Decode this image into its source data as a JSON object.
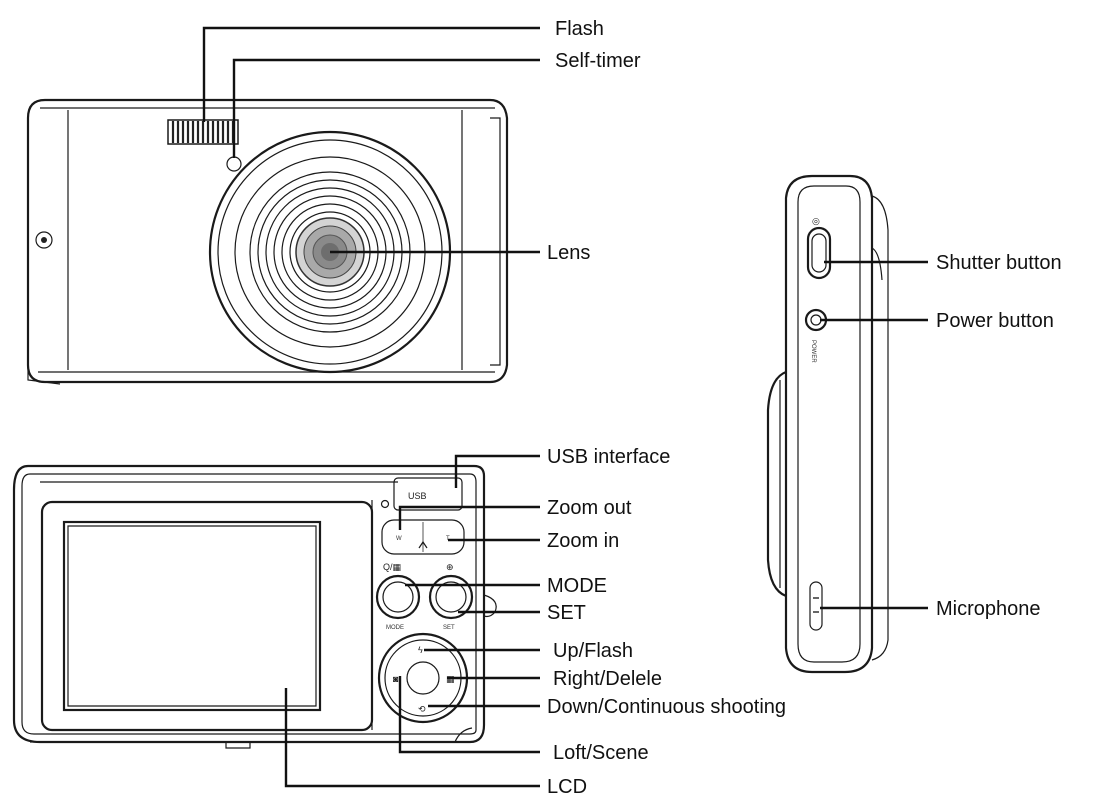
{
  "labels": {
    "flash": "Flash",
    "self_timer": "Self-timer",
    "lens": "Lens",
    "shutter_button": "Shutter button",
    "power_button": "Power button",
    "usb_interface": "USB interface",
    "zoom_out": "Zoom out",
    "zoom_in": "Zoom in",
    "mode": "MODE",
    "set": "SET",
    "up_flash": "Up/Flash",
    "right_delete": "Right/Delele",
    "down_continuous": "Down/Continuous shooting",
    "microphone": "Microphone",
    "left_scene": "Loft/Scene",
    "lcd": "LCD"
  },
  "device_text": {
    "usb": "USB",
    "zoom_w": "W",
    "zoom_t": "T",
    "mode_btn": "MODE",
    "set_btn": "SET",
    "power_side": "POWER"
  }
}
